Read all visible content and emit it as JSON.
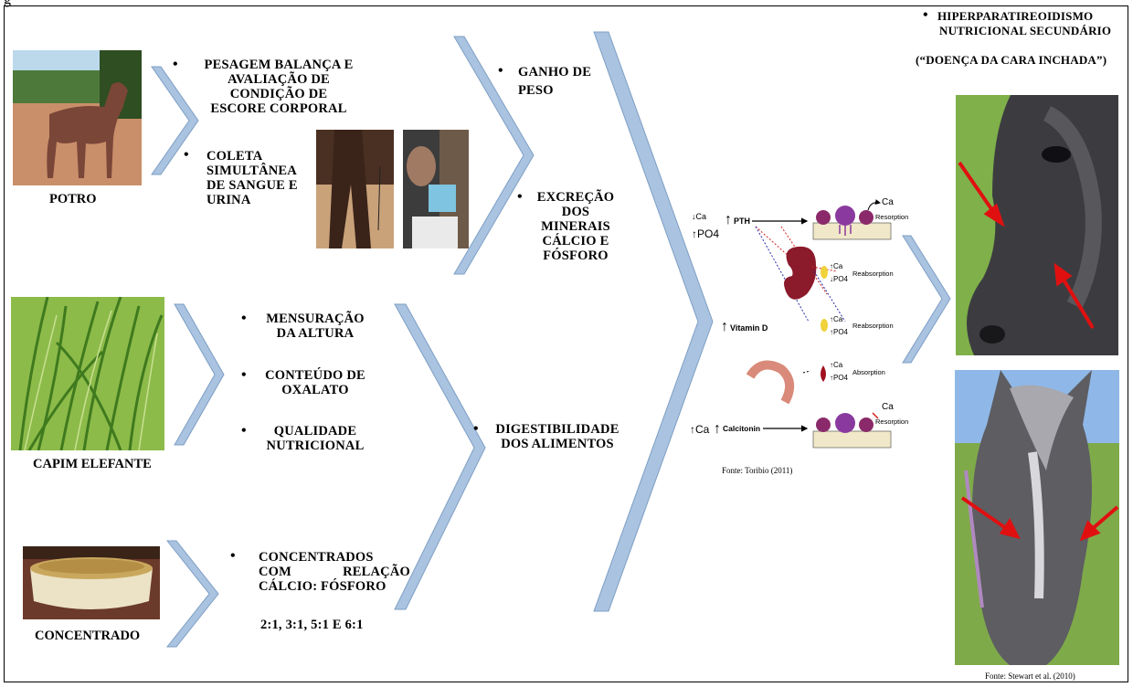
{
  "top_fragment": "g",
  "left": {
    "potro_label": "POTRO",
    "capim_label": "CAPIM ELEFANTE",
    "concentrado_label": "CONCENTRADO"
  },
  "col2": {
    "pesagem": [
      "PESAGEM BALANÇA E",
      "AVALIAÇÃO DE",
      "CONDIÇÃO DE",
      "ESCORE CORPORAL"
    ],
    "coleta": [
      "COLETA",
      "SIMULTÂNEA",
      "DE SANGUE E",
      "URINA"
    ],
    "mensuracao": [
      "MENSURAÇÃO",
      "DA ALTURA"
    ],
    "conteudo": [
      "CONTEÚDO DE",
      "OXALATO"
    ],
    "qualidade": [
      "QUALIDADE",
      "NUTRICIONAL"
    ],
    "concentrados": [
      "CONCENTRADOS",
      "COM",
      "RELAÇÃO",
      "CÁLCIO: FÓSFORO"
    ],
    "ratios": "2:1, 3:1, 5:1 E 6:1"
  },
  "col3": {
    "ganho": [
      "GANHO DE",
      "PESO"
    ],
    "excrecao": [
      "EXCREÇÃO",
      "DOS",
      "MINERAIS",
      "CÁLCIO E",
      "FÓSFORO"
    ],
    "digestibilidade": [
      "DIGESTIBILIDADE",
      "DOS ALIMENTOS"
    ]
  },
  "physiology": {
    "ca": "Ca",
    "po4": "PO4",
    "pth": "PTH",
    "vitamin_d": "Vitamin D",
    "calcitonin": "Calcitonin",
    "resorption": "Resorption",
    "reabsorption": "Reabsorption",
    "absorption": "Absorption",
    "source": "Fonte: Toribio (2011)"
  },
  "right": {
    "title": [
      "HIPERPARATIREOIDISMO",
      "NUTRICIONAL SECUNDÁRIO",
      "(“DOENÇA DA CARA INCHADA”)"
    ],
    "source": "Fonte: Stewart et al. (2010)"
  },
  "colors": {
    "chevron": "#a9c3e0",
    "chevron_stroke": "#7f9fc4",
    "arrow_red": "#e01010"
  }
}
